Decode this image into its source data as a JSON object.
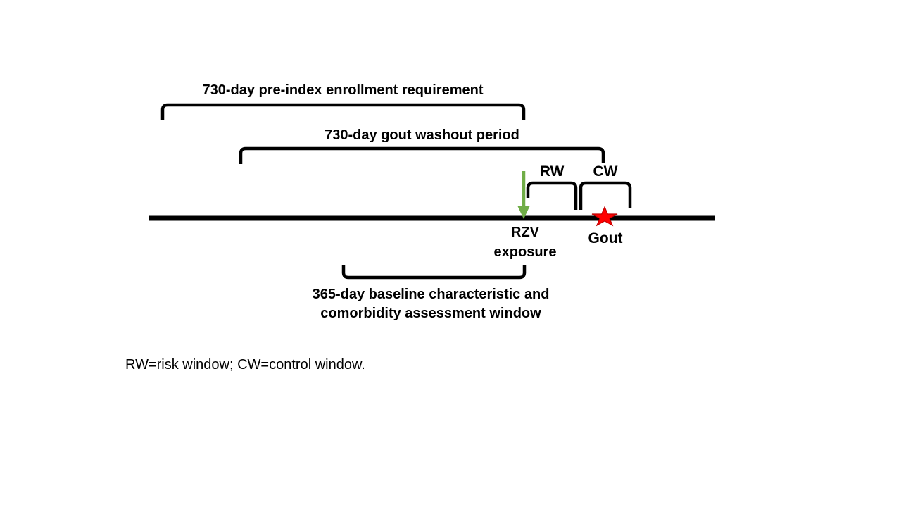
{
  "diagram": {
    "pre_index_bracket": {
      "label": "730-day pre-index enrollment requirement"
    },
    "washout_bracket": {
      "label": "730-day gout washout period"
    },
    "risk_window": {
      "label": "RW"
    },
    "control_window": {
      "label": "CW"
    },
    "exposure": {
      "label_line1": "RZV",
      "label_line2": "exposure"
    },
    "event": {
      "label": "Gout"
    },
    "baseline_bracket": {
      "label_line1": "365-day baseline characteristic and",
      "label_line2": "comorbidity assessment window"
    },
    "footnote": "RW=risk window; CW=control window.",
    "colors": {
      "line": "#000000",
      "arrow_green": "#70AD47",
      "star_red": "#FF0000",
      "star_outline": "#C00000"
    }
  }
}
